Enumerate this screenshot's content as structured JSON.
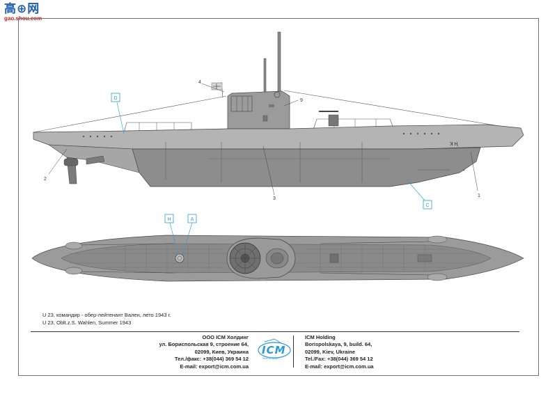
{
  "watermark": {
    "glyphs": "高⊕网",
    "url": "gao.shou.com"
  },
  "callouts": {
    "d": "D",
    "c": "C",
    "h": "H",
    "a": "A",
    "n1": "1",
    "n2": "2",
    "n3": "3",
    "n4": "4",
    "n9": "9"
  },
  "captions": {
    "ru": "U 23, командир - обер-лейтенант Вален, лето 1943 г.",
    "en": "U 23, Oblt.z.S. Wahlen, Summer 1943"
  },
  "address_ru": {
    "company": "ООО ICM Холдинг",
    "street": "ул. Бориспольская 9, строение 64,",
    "city": "02099, Киев, Украина",
    "phone": "Тел./факс: +38(044) 369 54 12",
    "email": "E-mail: export@icm.com.ua"
  },
  "address_en": {
    "company": "ICM Holding",
    "street": "Borispolskaya, 9, build. 64,",
    "city": "02099, Kiev, Ukraine",
    "phone": "Tel./Fax: +38(044) 369 54 12",
    "email": "E-mail: export@icm.com.ua"
  },
  "logo": {
    "name": "ICM",
    "tagline": "Time to Build"
  },
  "colors": {
    "hull": "#9b9b9b",
    "hull_dark": "#7c7c7c",
    "callout_blue": "#2a9bd8"
  }
}
